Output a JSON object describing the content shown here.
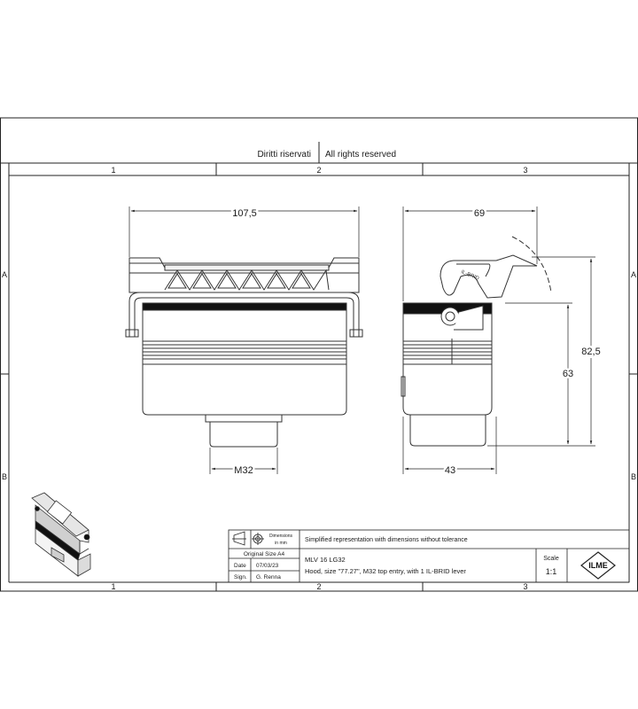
{
  "header": {
    "rights_it": "Diritti riservati",
    "rights_en": "All rights reserved"
  },
  "grid": {
    "columns": [
      "1",
      "2",
      "3"
    ],
    "rows": [
      "A",
      "B"
    ]
  },
  "dimensions": {
    "front_width": "107,5",
    "front_thread": "M32",
    "side_width": "69",
    "side_height_total": "82,5",
    "side_height_body": "63",
    "side_base_width": "43"
  },
  "lever_text": "IL-BRID",
  "title_block": {
    "dimensions_label_1": "Dimensions",
    "dimensions_label_2": "in mm",
    "original_size": "Original Size A4",
    "date_label": "Date",
    "date_value": "07/03/23",
    "sign_label": "Sign.",
    "sign_value": "G. Renna",
    "note": "Simplified representation with dimensions without tolerance",
    "part_code": "MLV 16 LG32",
    "description": "Hood, size \"77.27\", M32 top entry, with 1 IL-BRID lever",
    "scale_label": "Scale",
    "scale_value": "1:1",
    "logo_text": "ILME"
  }
}
